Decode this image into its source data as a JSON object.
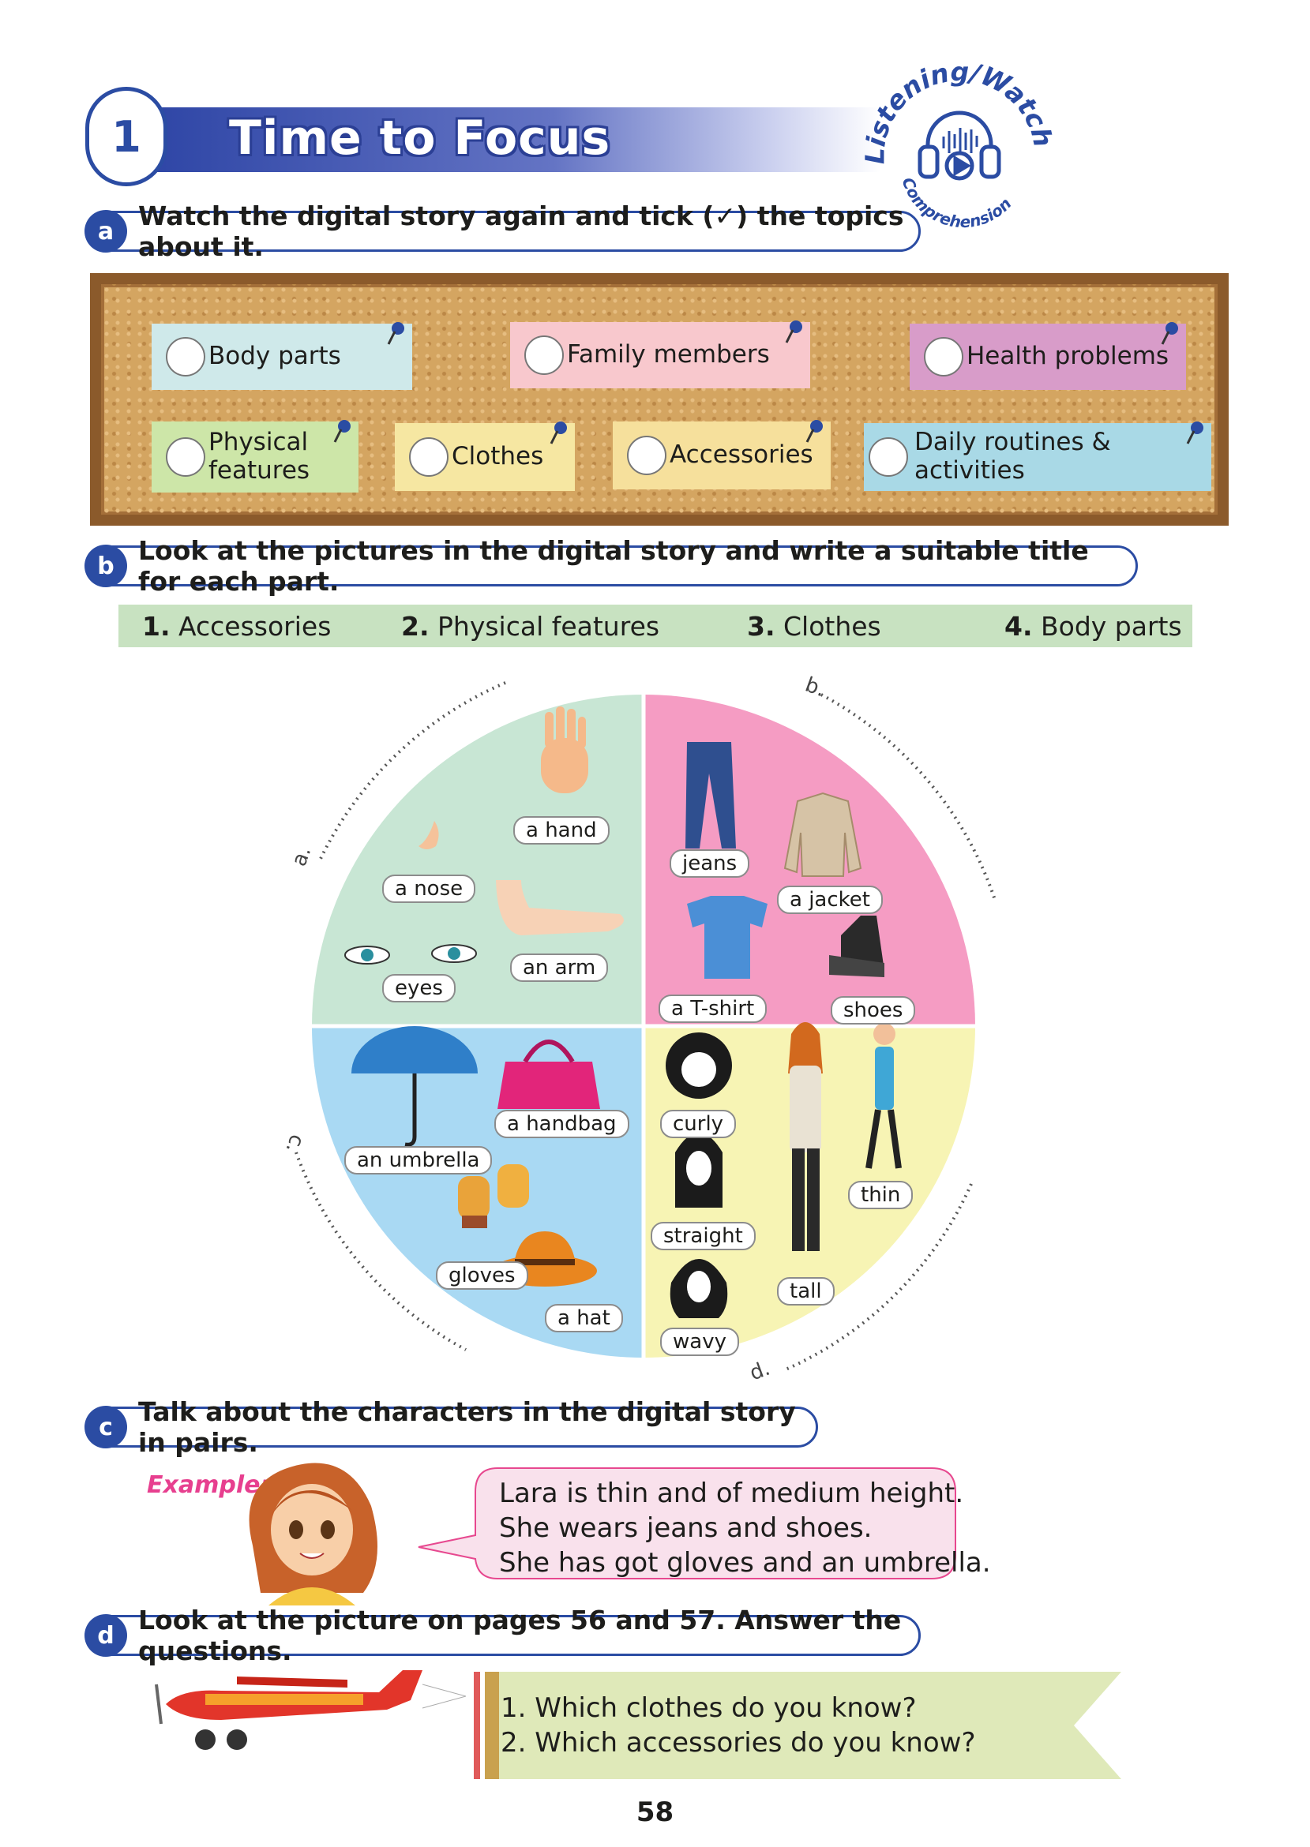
{
  "header": {
    "unit_number": "1",
    "title": "Time to Focus",
    "badge_top": "Listening/Watching",
    "badge_bottom": "Comprehension"
  },
  "task_a": {
    "letter": "a",
    "instruction": "Watch the digital story again and tick (✓) the topics about it.",
    "notes": [
      {
        "label": "Body parts",
        "color": "#cfe9ea"
      },
      {
        "label": "Family members",
        "color": "#f8c8cd"
      },
      {
        "label": "Health problems",
        "color": "#d89cc9"
      },
      {
        "label": "Physical features",
        "color": "#cde6a8"
      },
      {
        "label": "Clothes",
        "color": "#f6e7a2"
      },
      {
        "label": "Accessories",
        "color": "#f6e09c"
      },
      {
        "label": "Daily routines & activities",
        "color": "#a9d9e6"
      }
    ]
  },
  "task_b": {
    "letter": "b",
    "instruction": "Look at the pictures in the digital story and write a suitable title for each part.",
    "answers": [
      {
        "num": "1.",
        "text": "Accessories"
      },
      {
        "num": "2.",
        "text": "Physical features"
      },
      {
        "num": "3.",
        "text": "Clothes"
      },
      {
        "num": "4.",
        "text": "Body parts"
      }
    ],
    "quadrant_letters": [
      "a.",
      "b.",
      "c.",
      "d."
    ],
    "quadrant_a": [
      "a hand",
      "a nose",
      "an arm",
      "eyes"
    ],
    "quadrant_b": [
      "jeans",
      "a jacket",
      "a T-shirt",
      "shoes"
    ],
    "quadrant_c": [
      "a handbag",
      "an umbrella",
      "gloves",
      "a hat"
    ],
    "quadrant_d": [
      "curly",
      "straight",
      "wavy",
      "tall",
      "thin"
    ]
  },
  "task_c": {
    "letter": "c",
    "instruction": "Talk about the characters in the digital story in pairs.",
    "example_label": "Example:",
    "bubble_lines": [
      "Lara is thin and of medium height.",
      "She wears jeans and shoes.",
      "She has got gloves and an umbrella."
    ]
  },
  "task_d": {
    "letter": "d",
    "instruction": "Look at the picture on pages 56 and 57. Answer the questions.",
    "questions": [
      "1. Which clothes do you know?",
      "2. Which accessories do you know?"
    ]
  },
  "page_number": "58"
}
